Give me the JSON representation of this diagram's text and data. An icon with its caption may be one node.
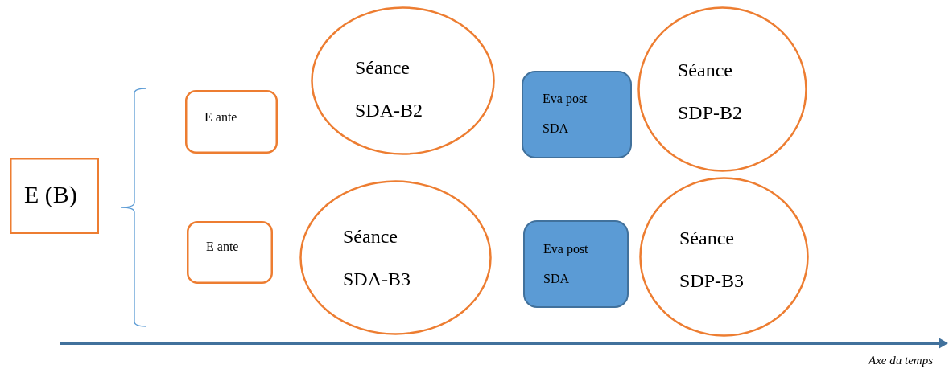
{
  "diagram": {
    "nodes": [
      {
        "text": [
          "E (B)"
        ]
      },
      {
        "text": [
          "E ante"
        ]
      },
      {
        "text": [
          "Séance SDA-B2"
        ]
      },
      {
        "text": [
          "Eva post SDA"
        ]
      },
      {
        "text": [
          "Séance SDP-B2"
        ]
      },
      {
        "text": [
          "E ante"
        ]
      },
      {
        "text": [
          "Séance SDA-B3"
        ]
      },
      {
        "text": [
          "Eva post SDA"
        ]
      },
      {
        "text": [
          "Séance SDP-B3"
        ]
      }
    ],
    "labels": [
      "Axe du temps"
    ]
  }
}
